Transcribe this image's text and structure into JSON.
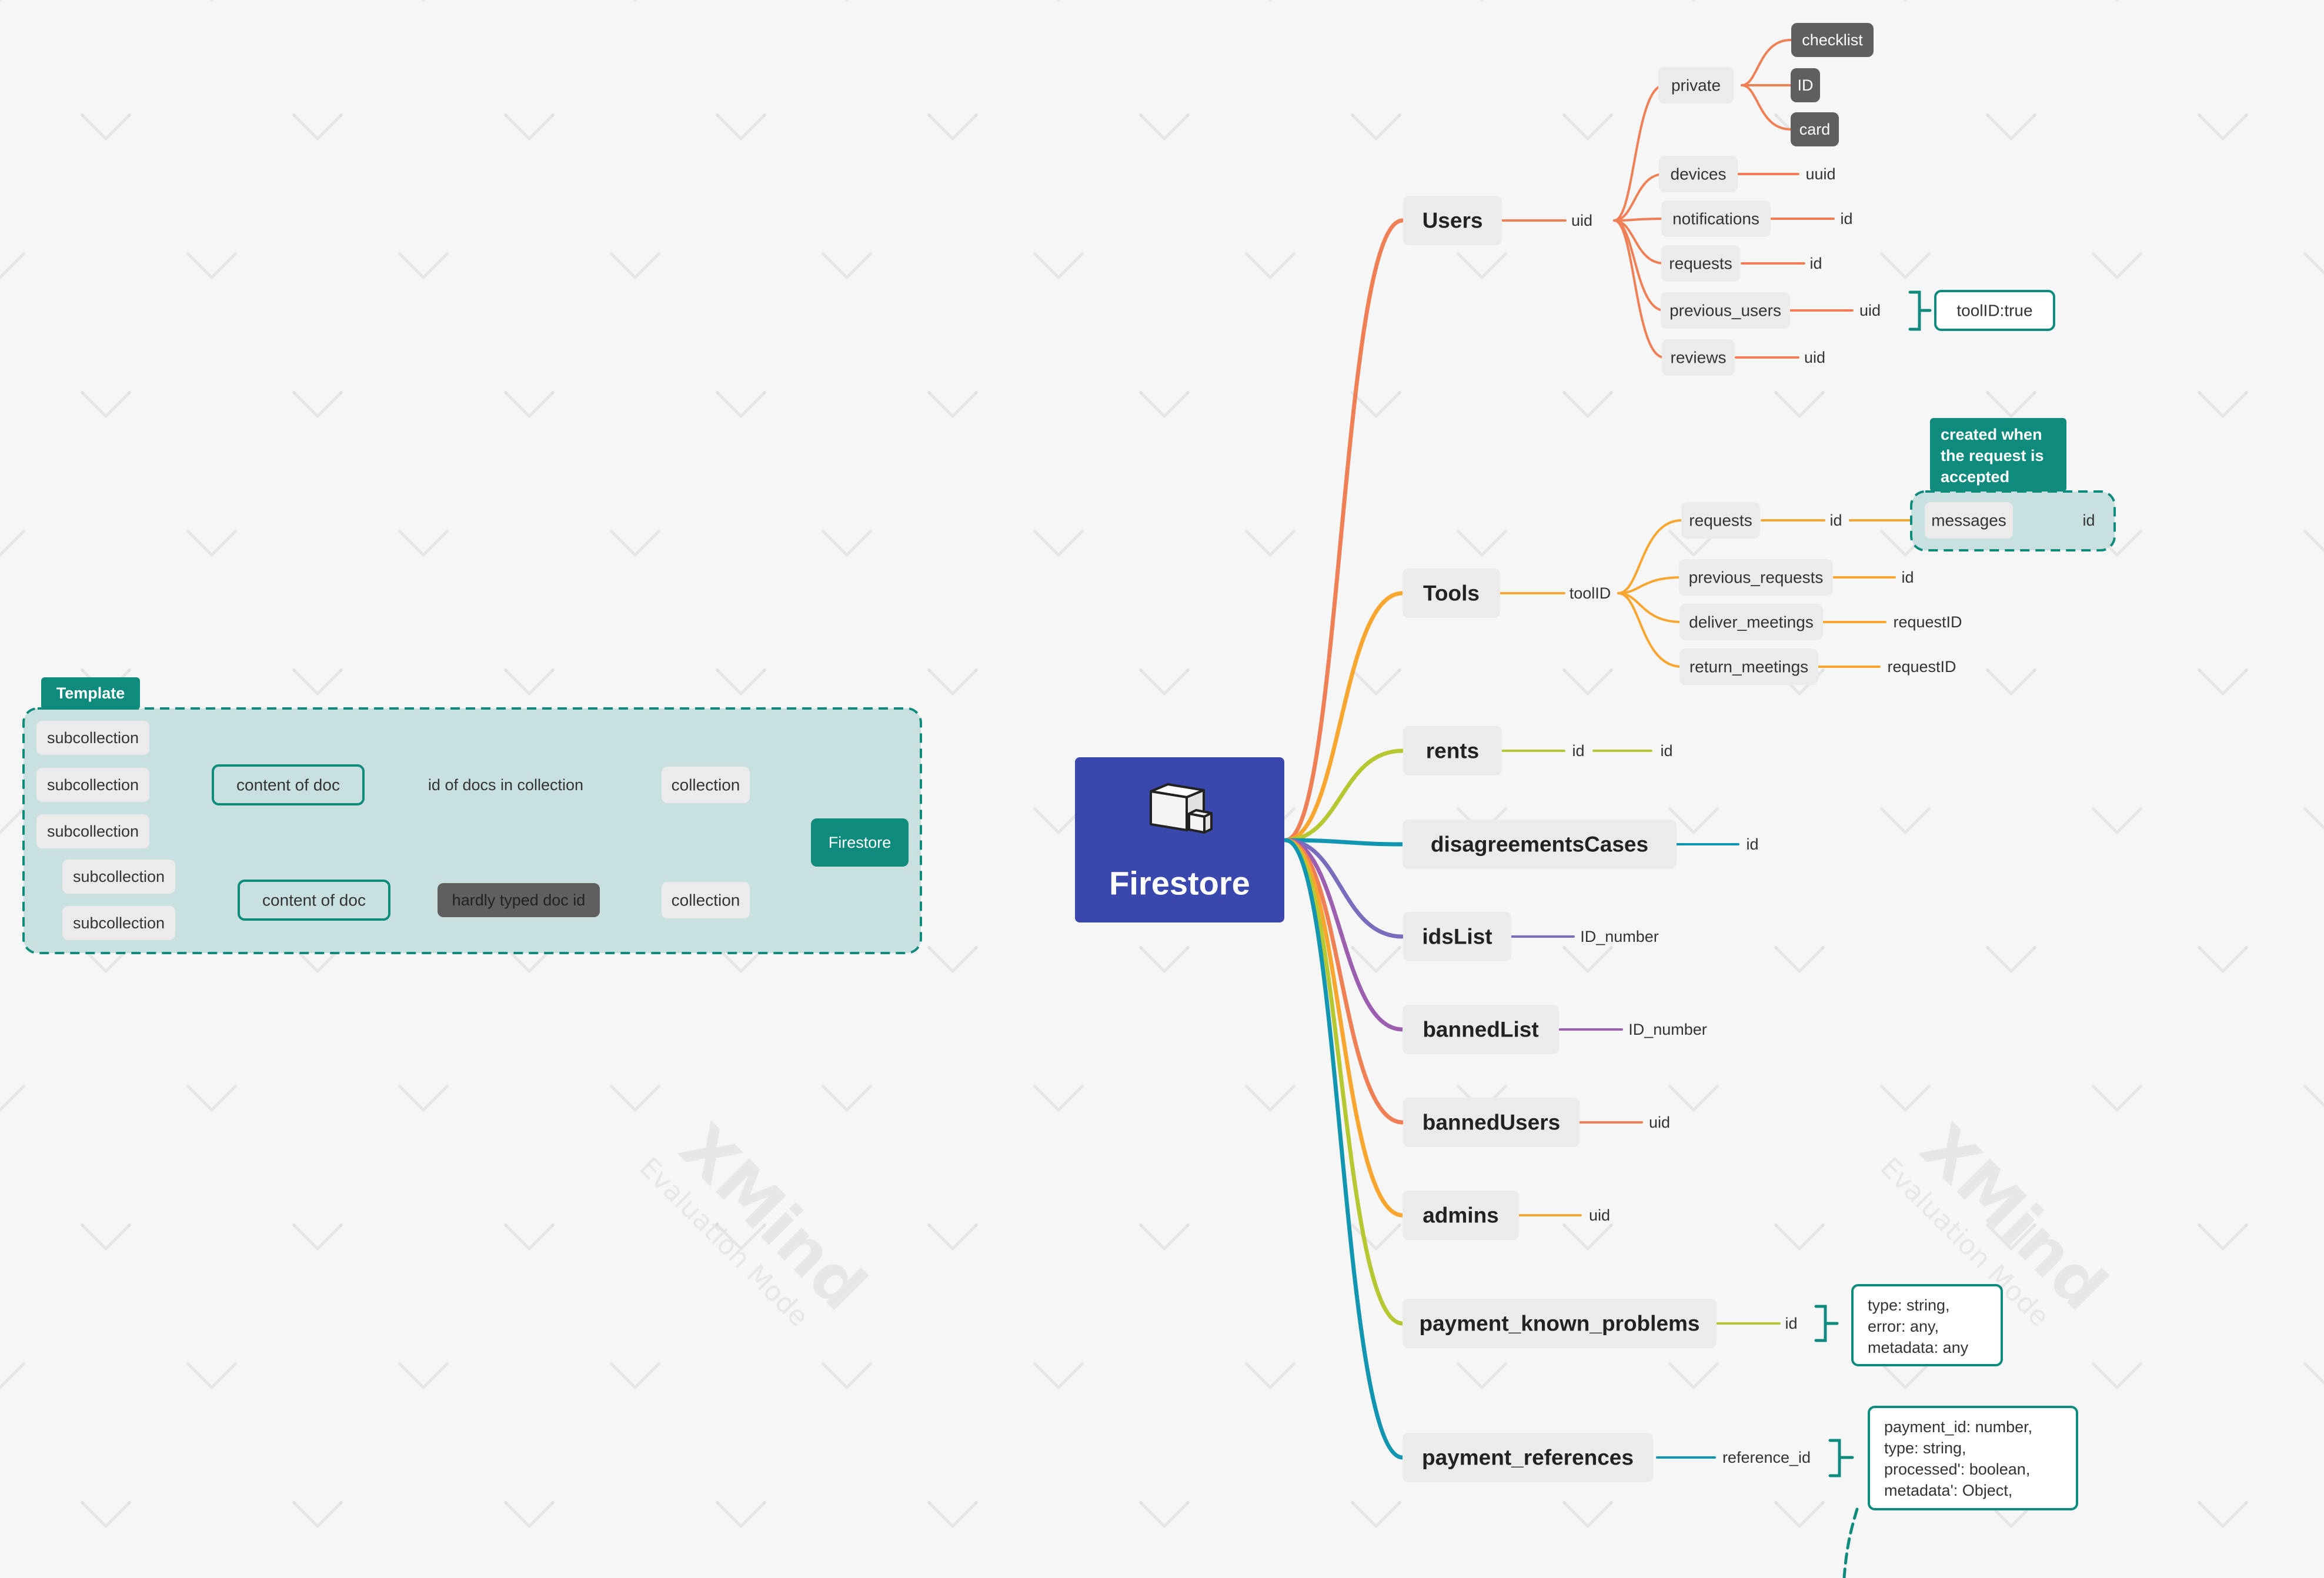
{
  "watermark": {
    "brand": "XMind",
    "mode": "Evaluation Mode"
  },
  "central": {
    "label": "Firestore",
    "icon": "database-cubes-icon",
    "color": "#3a47ad"
  },
  "branches": {
    "users": {
      "label": "Users",
      "key": "uid",
      "private": {
        "label": "private",
        "items": [
          "checklist",
          "ID",
          "card"
        ]
      },
      "children": [
        {
          "label": "devices",
          "key": "uuid"
        },
        {
          "label": "notifications",
          "key": "id"
        },
        {
          "label": "requests",
          "key": "id"
        },
        {
          "label": "previous_users",
          "key": "uid",
          "summary": "toolID:true"
        },
        {
          "label": "reviews",
          "key": "uid"
        }
      ]
    },
    "tools": {
      "label": "Tools",
      "key": "toolID",
      "callout": "created when the request is accepted",
      "messages": {
        "label": "messages",
        "key": "id"
      },
      "children": [
        {
          "label": "requests",
          "key": "id"
        },
        {
          "label": "previous_requests",
          "key": "id"
        },
        {
          "label": "deliver_meetings",
          "key": "requestID"
        },
        {
          "label": "return_meetings",
          "key": "requestID"
        }
      ]
    },
    "rents": {
      "label": "rents",
      "key": "id",
      "key2": "id"
    },
    "disagreements": {
      "label": "disagreementsCases",
      "key": "id"
    },
    "idsList": {
      "label": "idsList",
      "key": "ID_number"
    },
    "bannedList": {
      "label": "bannedList",
      "key": "ID_number"
    },
    "bannedUsers": {
      "label": "bannedUsers",
      "key": "uid"
    },
    "admins": {
      "label": "admins",
      "key": "uid"
    },
    "pkp": {
      "label": "payment_known_problems",
      "key": "id",
      "summary": [
        "type: string,",
        "error: any,",
        "metadata: any"
      ]
    },
    "pref": {
      "label": "payment_references",
      "key": "reference_id",
      "summary": [
        "payment_id: number,",
        "type: string,",
        "processed': boolean,",
        "metadata': Object,"
      ]
    }
  },
  "template": {
    "title": "Template",
    "root": "Firestore",
    "collection": "collection",
    "content_doc": "content of doc",
    "id_docs": "id of docs in collection",
    "typed_id": "hardly typed doc id",
    "subcollection": "subcollection"
  },
  "colors": {
    "orange": "#ef7f55",
    "amber": "#f8a630",
    "lime": "#b5c832",
    "teal": "#1295b0",
    "purple": "#7a6cbd",
    "violet": "#9c5fb0",
    "green": "#0f8b7d",
    "topic": "#ebebeb",
    "dark": "#5f5f5f"
  }
}
